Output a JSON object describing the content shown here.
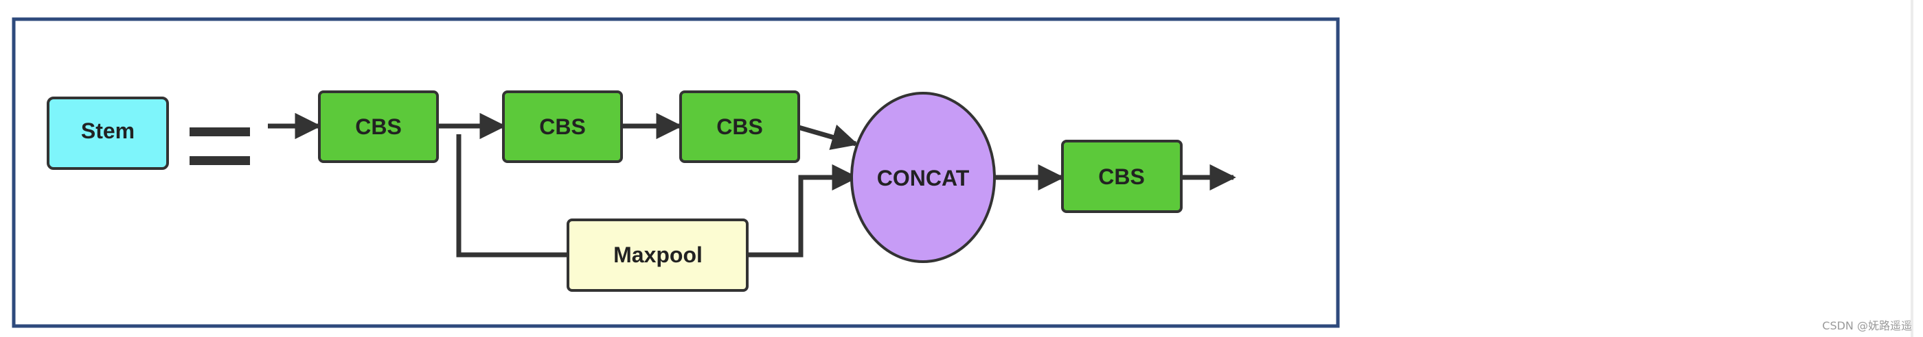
{
  "diagram": {
    "nodes": {
      "stem": {
        "label": "Stem",
        "fill": "#7ef5fb"
      },
      "cbs_1": {
        "label": "CBS",
        "fill": "#5cc93a"
      },
      "cbs_2": {
        "label": "CBS",
        "fill": "#5cc93a"
      },
      "cbs_3": {
        "label": "CBS",
        "fill": "#5cc93a"
      },
      "maxpool": {
        "label": "Maxpool",
        "fill": "#fcfcd2"
      },
      "concat": {
        "label": "CONCAT",
        "fill": "#c79cf6"
      },
      "cbs_4": {
        "label": "CBS",
        "fill": "#5cc93a"
      }
    },
    "equals_sign": "=",
    "colors": {
      "frame": "#2e4a7c",
      "stroke": "#333333",
      "arrow": "#333333"
    }
  },
  "watermark": "CSDN @妩路遥遥"
}
